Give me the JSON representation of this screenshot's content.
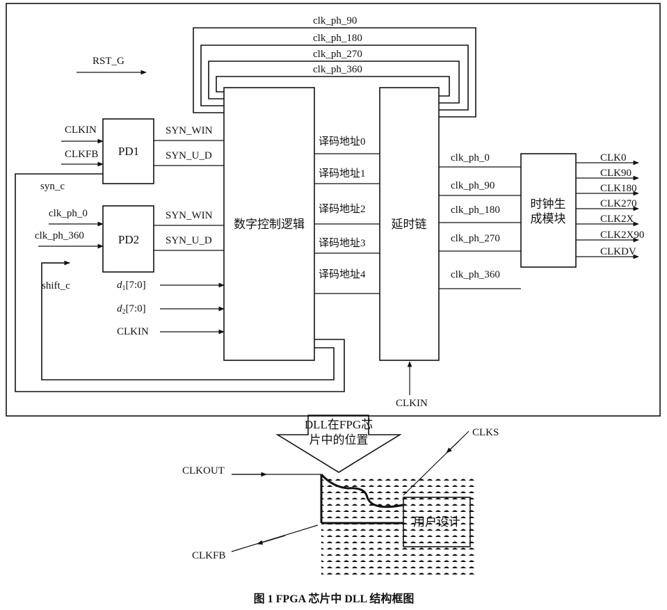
{
  "diagram": {
    "caption": "图 1   FPGA 芯片中 DLL 结构框图",
    "feedback_labels": [
      "clk_ph_90",
      "clk_ph_180",
      "clk_ph_270",
      "clk_ph_360"
    ],
    "rst": "RST_G",
    "pd1": {
      "name": "PD1",
      "in1": "CLKIN",
      "in2": "CLKFB",
      "out1": "SYN_WIN",
      "out2": "SYN_U_D"
    },
    "pd2": {
      "name": "PD2",
      "in1": "clk_ph_0",
      "in2": "clk_ph_360",
      "out1": "SYN_WIN",
      "out2": "SYN_U_D"
    },
    "syn_c": "syn_c",
    "shift_c": "shift_c",
    "d1": {
      "sym": "d",
      "sub": "1",
      "range": "[7:0]"
    },
    "d2": {
      "sym": "d",
      "sub": "2",
      "range": "[7:0]"
    },
    "clkin_ctrl": "CLKIN",
    "ctrl_block": "数字控制逻辑",
    "decode_addrs": [
      "译码地址0",
      "译码地址1",
      "译码地址2",
      "译码地址3",
      "译码地址4"
    ],
    "delay_block": "延时链",
    "delay_clkin": "CLKIN",
    "phase_outputs": [
      "clk_ph_0",
      "clk_ph_90",
      "clk_ph_180",
      "clk_ph_270",
      "clk_ph_360"
    ],
    "clockgen_line1": "时钟生",
    "clockgen_line2": "成模块",
    "clock_outputs": [
      "CLK0",
      "CLK90",
      "CLK180",
      "CLK270",
      "CLK2X",
      "CLK2X90",
      "CLKDV"
    ],
    "arrow_line1": "DLL在FPG芯",
    "arrow_line2": "片中的位置",
    "clkout": "CLKOUT",
    "clkfb": "CLKFB",
    "clks": "CLKS",
    "user_design": "用户设计"
  }
}
